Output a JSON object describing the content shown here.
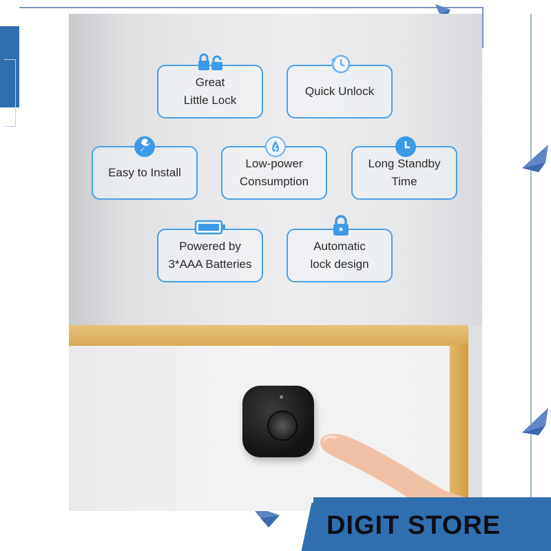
{
  "features": [
    {
      "text": "Great\nLittle Lock",
      "icon": "padlock-icon"
    },
    {
      "text": "Quick Unlock",
      "icon": "clock-rewind-icon"
    },
    {
      "text": "Easy to Install",
      "icon": "wrench-icon"
    },
    {
      "text": "Low-power\nConsumption",
      "icon": "water-drop-icon"
    },
    {
      "text": "Long Standby\nTime",
      "icon": "clock-icon"
    },
    {
      "text": "Powered by\n3*AAA Batteries",
      "icon": "battery-icon"
    },
    {
      "text": "Automatic\nlock design",
      "icon": "lock-icon"
    }
  ],
  "watermark": "DIGIT STORE",
  "colors": {
    "accent": "#4a9fe6",
    "ribbon": "#2f6fb0",
    "wood": "#dcae5a"
  }
}
